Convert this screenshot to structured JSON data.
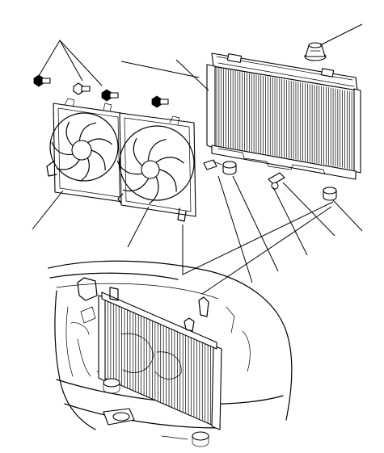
{
  "diagram": {
    "parts": [
      {
        "id": "radiator",
        "icon": "radiator-core"
      },
      {
        "id": "radiator-cap",
        "icon": "cap"
      },
      {
        "id": "cooling-fan-shroud-left",
        "icon": "fan-shroud"
      },
      {
        "id": "condenser-fan-shroud-right",
        "icon": "fan-shroud"
      },
      {
        "id": "mounting-bolts",
        "icon": "bolt"
      },
      {
        "id": "upper-mount-cushions",
        "icon": "grommet"
      },
      {
        "id": "lower-mount-cushions",
        "icon": "grommet"
      },
      {
        "id": "drain-plug",
        "icon": "plug"
      },
      {
        "id": "fan-motor-connectors",
        "icon": "connector"
      },
      {
        "id": "vehicle-engine-bay",
        "icon": "vehicle-front"
      }
    ],
    "colors": {
      "ink": "#000000",
      "paper": "#ffffff"
    }
  }
}
